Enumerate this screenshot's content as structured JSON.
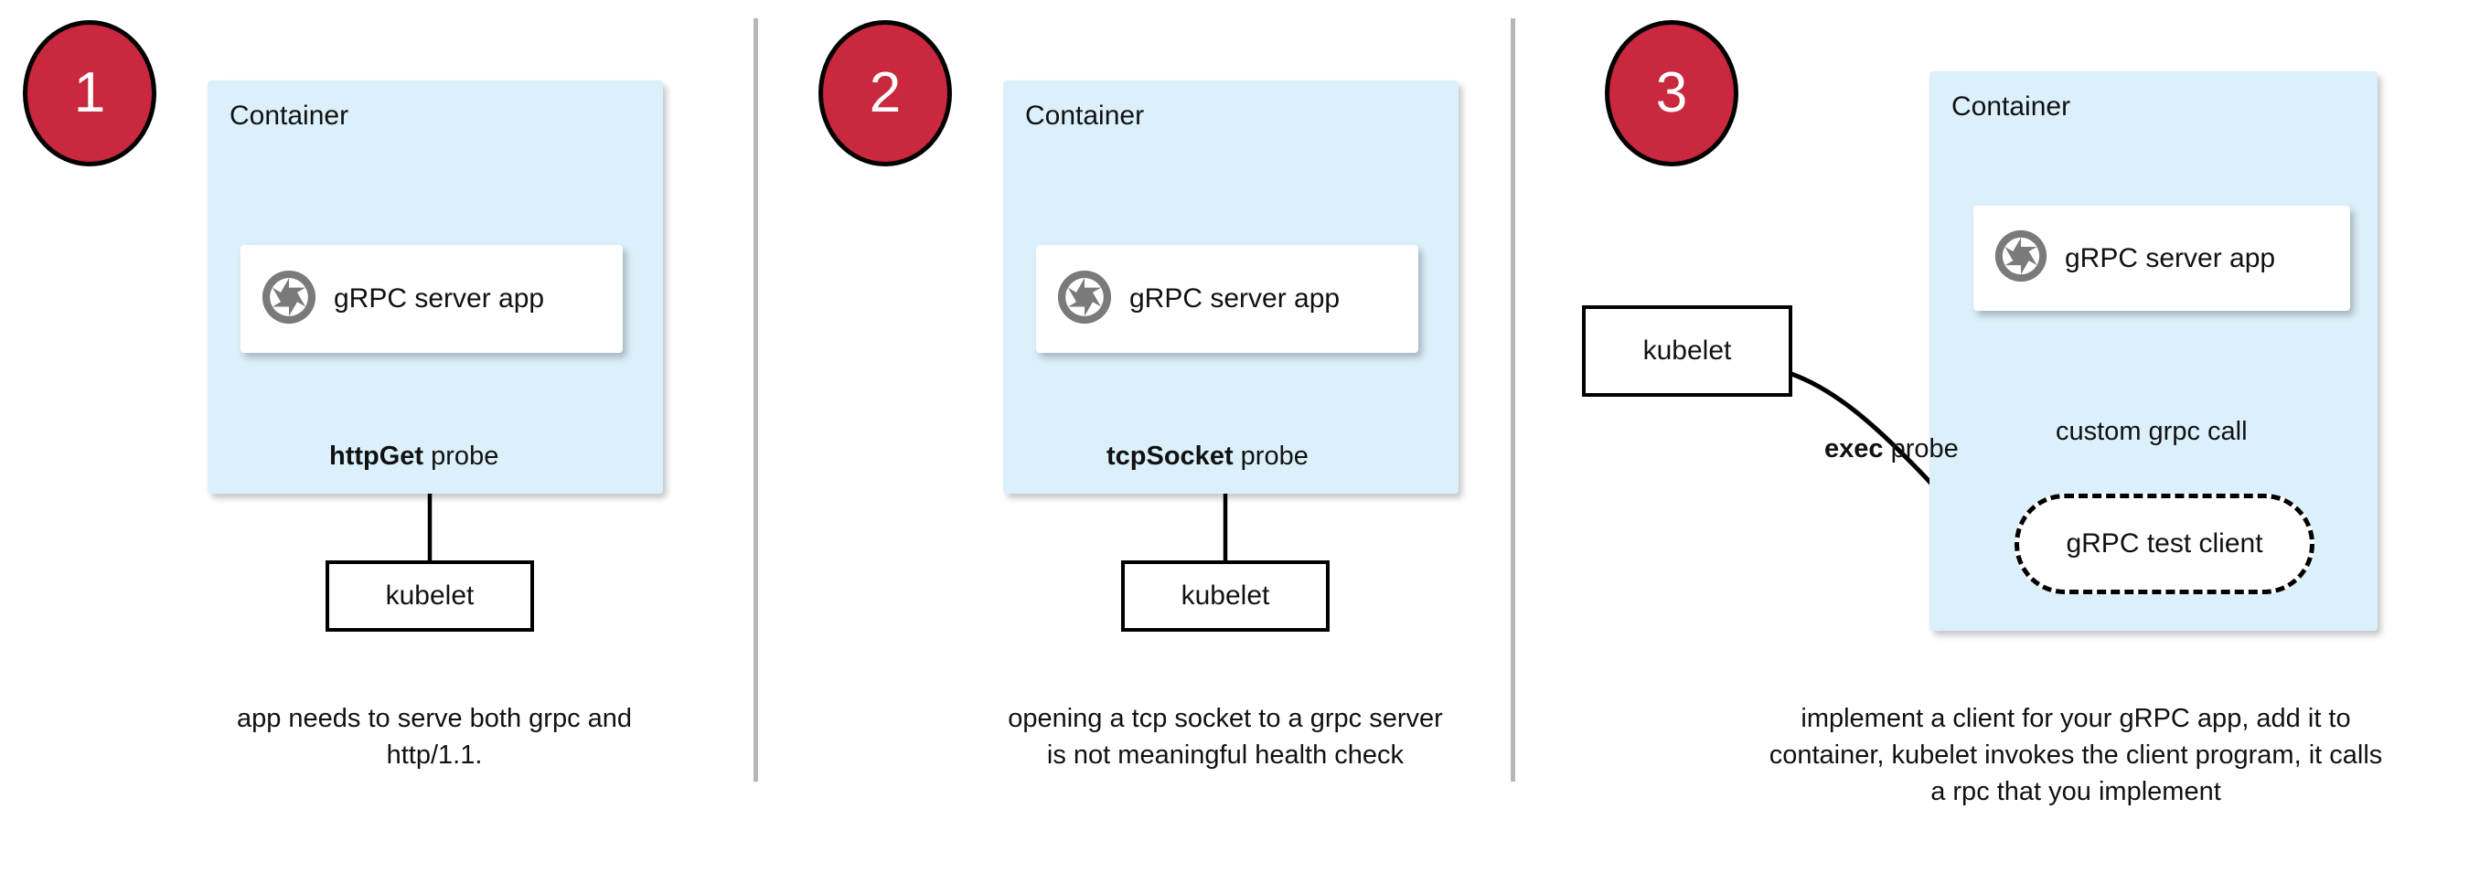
{
  "diagram": {
    "title": "gRPC health probe approaches in Kubernetes",
    "colors": {
      "badge_fill": "#c9283e",
      "badge_border": "#000000",
      "badge_text": "#ffffff",
      "container_fill": "#dcf0fb",
      "card_fill": "#ffffff",
      "divider": "#b7b7b7",
      "stroke": "#000000",
      "icon_gray": "#7a7a7a"
    },
    "panels": [
      {
        "number": "1",
        "container_label": "Container",
        "app_label": "gRPC server app",
        "app_icon": "aperture-icon",
        "probe_label_bold": "httpGet",
        "probe_label_rest": " probe",
        "kubelet_label": "kubelet",
        "caption": "app needs to serve both grpc and http/1.1."
      },
      {
        "number": "2",
        "container_label": "Container",
        "app_label": "gRPC server app",
        "app_icon": "aperture-icon",
        "probe_label_bold": "tcpSocket",
        "probe_label_rest": " probe",
        "kubelet_label": "kubelet",
        "caption": "opening a tcp socket to a grpc server is not meaningful health check"
      },
      {
        "number": "3",
        "container_label": "Container",
        "app_label": "gRPC server app",
        "app_icon": "aperture-icon",
        "probe_label_bold": "exec",
        "probe_label_rest": " probe",
        "kubelet_label": "kubelet",
        "test_client_label": "gRPC test client",
        "custom_call_label": "custom grpc call",
        "caption": "implement a client for your gRPC app, add it to container, kubelet invokes the client program, it calls a rpc that you implement"
      }
    ]
  }
}
